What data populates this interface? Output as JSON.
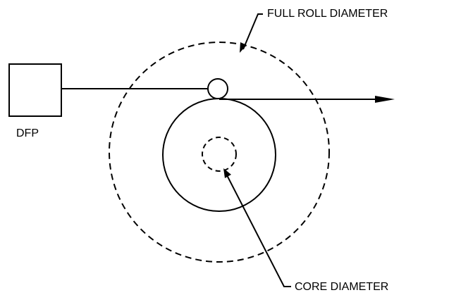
{
  "labels": {
    "full_roll": "FULL ROLL DIAMETER",
    "core": "CORE DIAMETER",
    "dfp": "DFP"
  },
  "colors": {
    "stroke": "#000000",
    "background": "#ffffff"
  }
}
